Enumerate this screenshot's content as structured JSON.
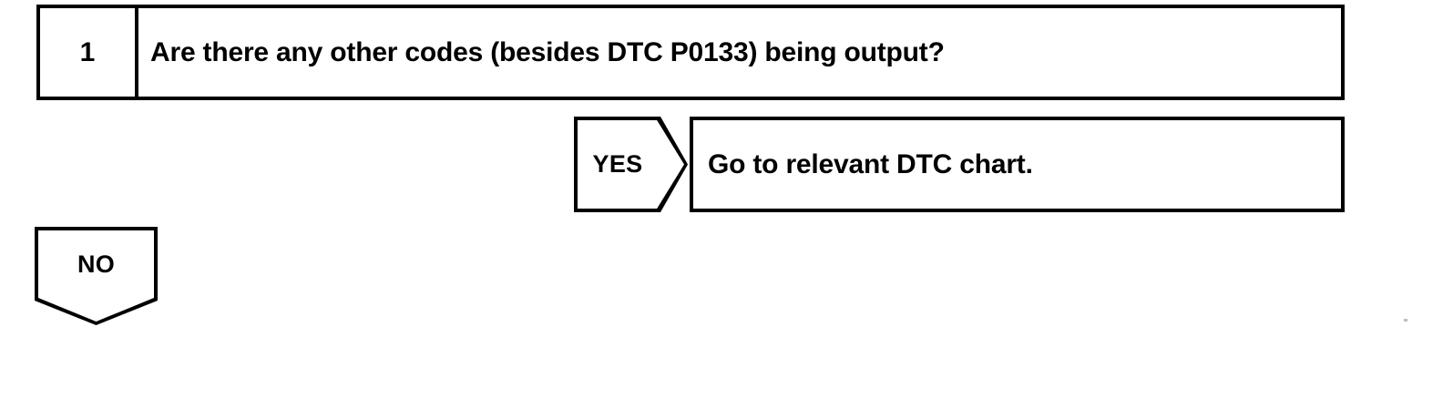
{
  "document": {
    "type": "diagnostic-flowchart",
    "colors": {
      "ink": "#000000",
      "paper": "#ffffff"
    }
  },
  "step": {
    "number": "1",
    "question": "Are there any other codes (besides DTC P0133) being output?"
  },
  "branches": {
    "yes": {
      "label": "YES",
      "action": "Go to relevant DTC chart."
    },
    "no": {
      "label": "NO"
    }
  }
}
